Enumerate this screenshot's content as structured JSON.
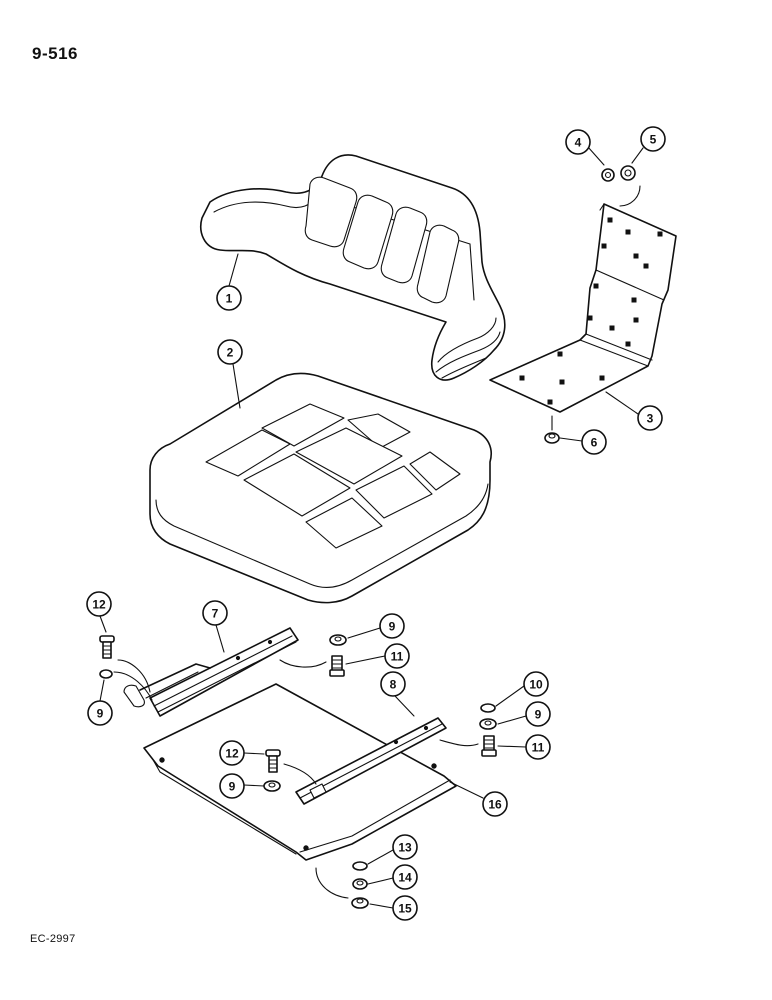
{
  "page_code": "9-516",
  "drawing_code": "EC-2997",
  "callouts": [
    "1",
    "2",
    "3",
    "4",
    "5",
    "6",
    "7",
    "8",
    "9",
    "10",
    "11",
    "12",
    "13",
    "14",
    "15",
    "16"
  ],
  "parts": [
    "backrest",
    "seat-cushion",
    "backrest-bracket",
    "washer",
    "nut",
    "nut",
    "seat-slide-left",
    "seat-slide-right",
    "lock-washer",
    "flat-washer",
    "bolt",
    "bolt",
    "flat-washer",
    "lock-washer",
    "nut",
    "seat-base-plate"
  ]
}
